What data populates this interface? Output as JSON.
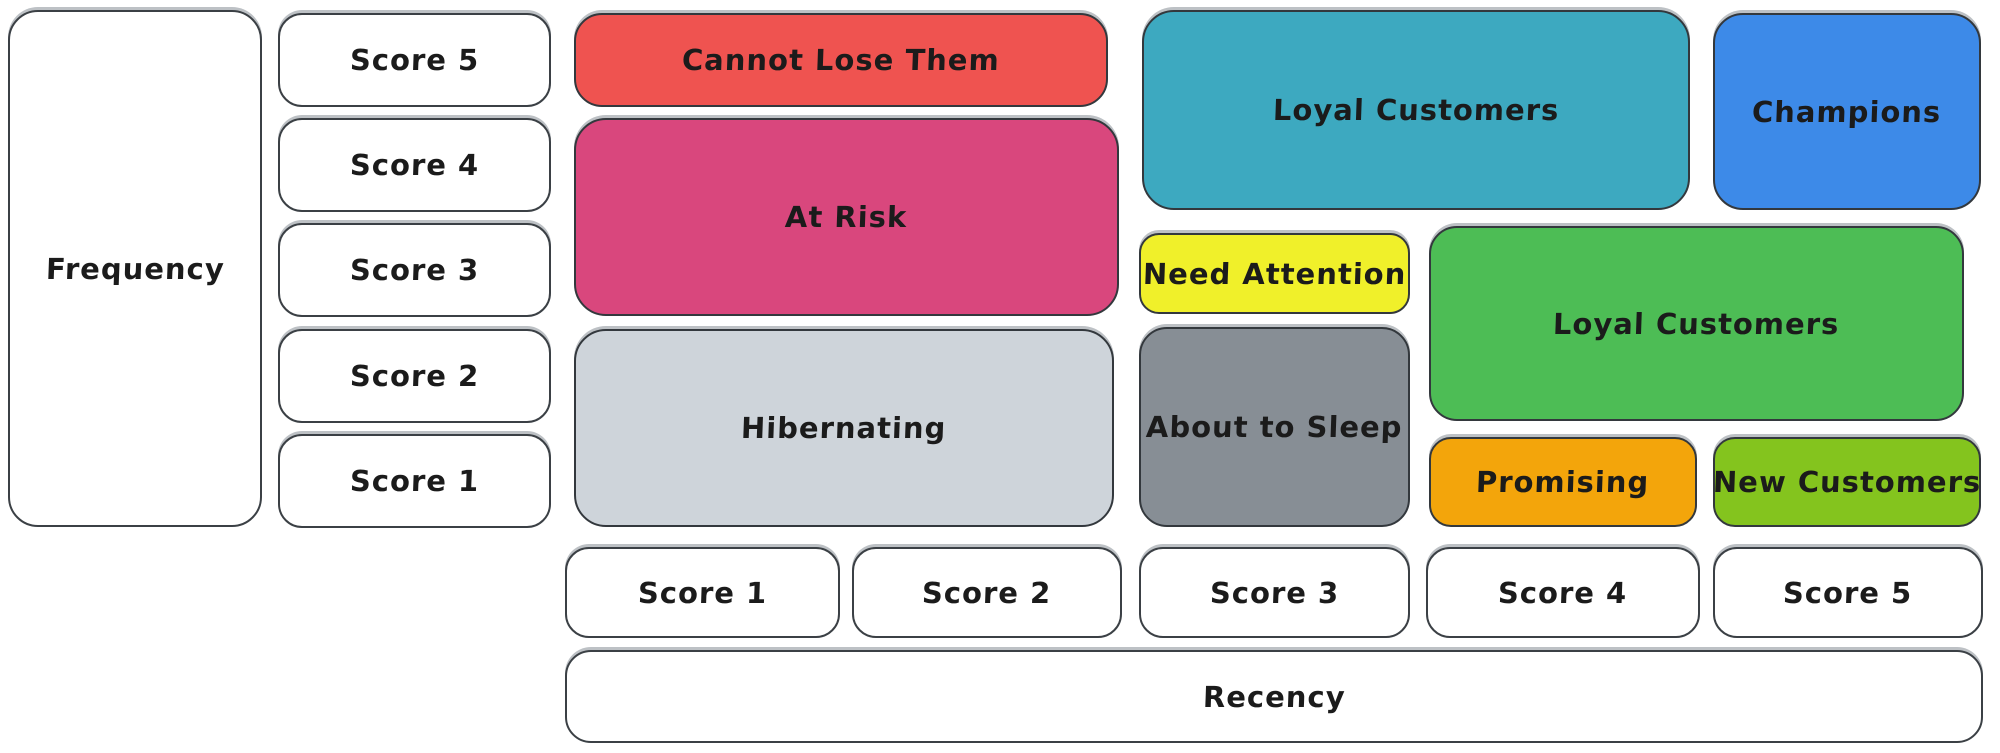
{
  "canvas": {
    "background": "#ffffff"
  },
  "axes": {
    "y_axis_label": "Frequency",
    "x_axis_label": "Recency",
    "frequency_scores": [
      "Score 5",
      "Score 4",
      "Score 3",
      "Score 2",
      "Score 1"
    ],
    "recency_scores": [
      "Score 1",
      "Score 2",
      "Score 3",
      "Score 4",
      "Score 5"
    ]
  },
  "text_color": "#1b1b1b",
  "segments": [
    {
      "label": "Cannot Lose Them",
      "color": "#ef5350",
      "frequency_scores": "5",
      "recency_scores": "1-2"
    },
    {
      "label": "At Risk",
      "color": "#d9477d",
      "frequency_scores": "3-4",
      "recency_scores": "1-2"
    },
    {
      "label": "Hibernating",
      "color": "#ced4da",
      "frequency_scores": "1-2",
      "recency_scores": "1-2"
    },
    {
      "label": "Loyal Customers",
      "color": "#3da9c0",
      "frequency_scores": "4-5",
      "recency_scores": "3-4"
    },
    {
      "label": "Champions",
      "color": "#3d8ae8",
      "frequency_scores": "4-5",
      "recency_scores": "5"
    },
    {
      "label": "Need Attention",
      "color": "#f0f02a",
      "frequency_scores": "3",
      "recency_scores": "3"
    },
    {
      "label": "About to Sleep",
      "color": "#878e95",
      "frequency_scores": "1-2",
      "recency_scores": "3"
    },
    {
      "label": "Loyal Customers",
      "color": "#4dbd55",
      "frequency_scores": "2-3",
      "recency_scores": "4-5"
    },
    {
      "label": "Promising",
      "color": "#f3a50b",
      "frequency_scores": "1",
      "recency_scores": "4"
    },
    {
      "label": "New Customers",
      "color": "#84c41e",
      "frequency_scores": "1",
      "recency_scores": "5"
    }
  ]
}
